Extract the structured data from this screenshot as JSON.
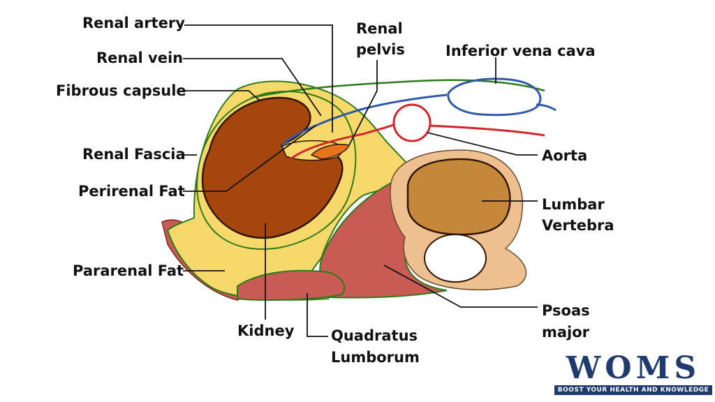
{
  "labels": {
    "renal_artery": "Renal artery",
    "renal_vein": "Renal vein",
    "fibrous_capsule": "Fibrous capsule",
    "renal_fascia": "Renal Fascia",
    "perirenal_fat": "Perirenal Fat",
    "pararenal_fat": "Pararenal Fat",
    "kidney": "Kidney",
    "quadratus_lumborum_line1": "Quadratus",
    "quadratus_lumborum_line2": "Lumborum",
    "renal_pelvis_line1": "Renal",
    "renal_pelvis_line2": "pelvis",
    "inferior_vena_cava": "Inferior vena cava",
    "aorta": "Aorta",
    "lumbar_vertebra_line1": "Lumbar",
    "lumbar_vertebra_line2": "Vertebra",
    "psoas_major_line1": "Psoas",
    "psoas_major_line2": "major"
  },
  "logo": {
    "main": "WOMS",
    "tagline": "BOOST YOUR HEALTH AND KNOWLEDGE"
  },
  "colors": {
    "pararenal_fat": "#f7d96b",
    "kidney": "#a5460f",
    "fascia_line": "#2d7a1a",
    "vein": "#2f58a8",
    "artery": "#d7232a",
    "renal_pelvis": "#e8731f",
    "muscle": "#c95b55",
    "vertebra_outer": "#efc08f",
    "vertebra_body": "#c5873a",
    "logo_blue": "#1e3a6e"
  }
}
